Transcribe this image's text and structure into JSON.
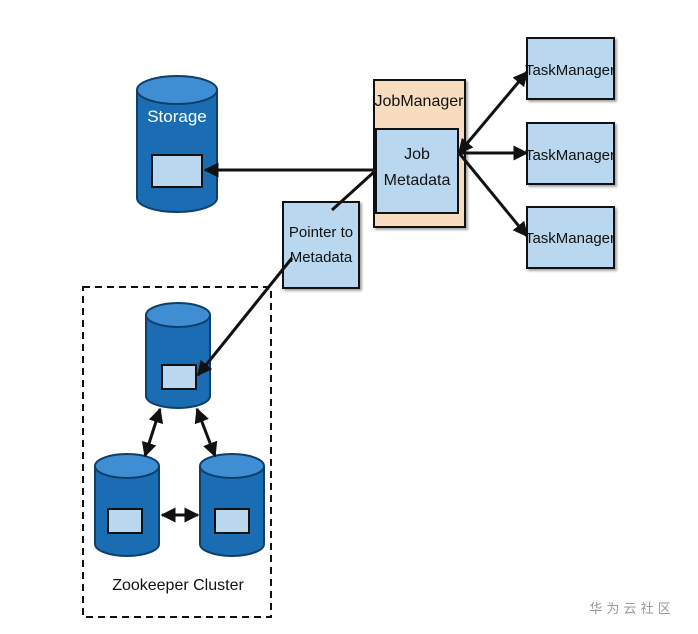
{
  "diagram": {
    "storage": {
      "label": "Storage"
    },
    "jobmanager": {
      "title": "JobManager",
      "metadata_line1": "Job",
      "metadata_line2": "Metadata"
    },
    "pointer": {
      "line1": "Pointer to",
      "line2": "Metadata"
    },
    "taskmanagers": [
      {
        "label": "TaskManager"
      },
      {
        "label": "TaskManager"
      },
      {
        "label": "TaskManager"
      }
    ],
    "zookeeper": {
      "label": "Zookeeper Cluster"
    }
  },
  "watermark": {
    "text": "华 为 云 社 区"
  },
  "colors": {
    "db_blue": "#1a6db3",
    "db_top": "#3f8ed3",
    "box_fill": "#b9d7ef",
    "jm_fill": "#f8dcc0",
    "stroke": "#111111"
  }
}
